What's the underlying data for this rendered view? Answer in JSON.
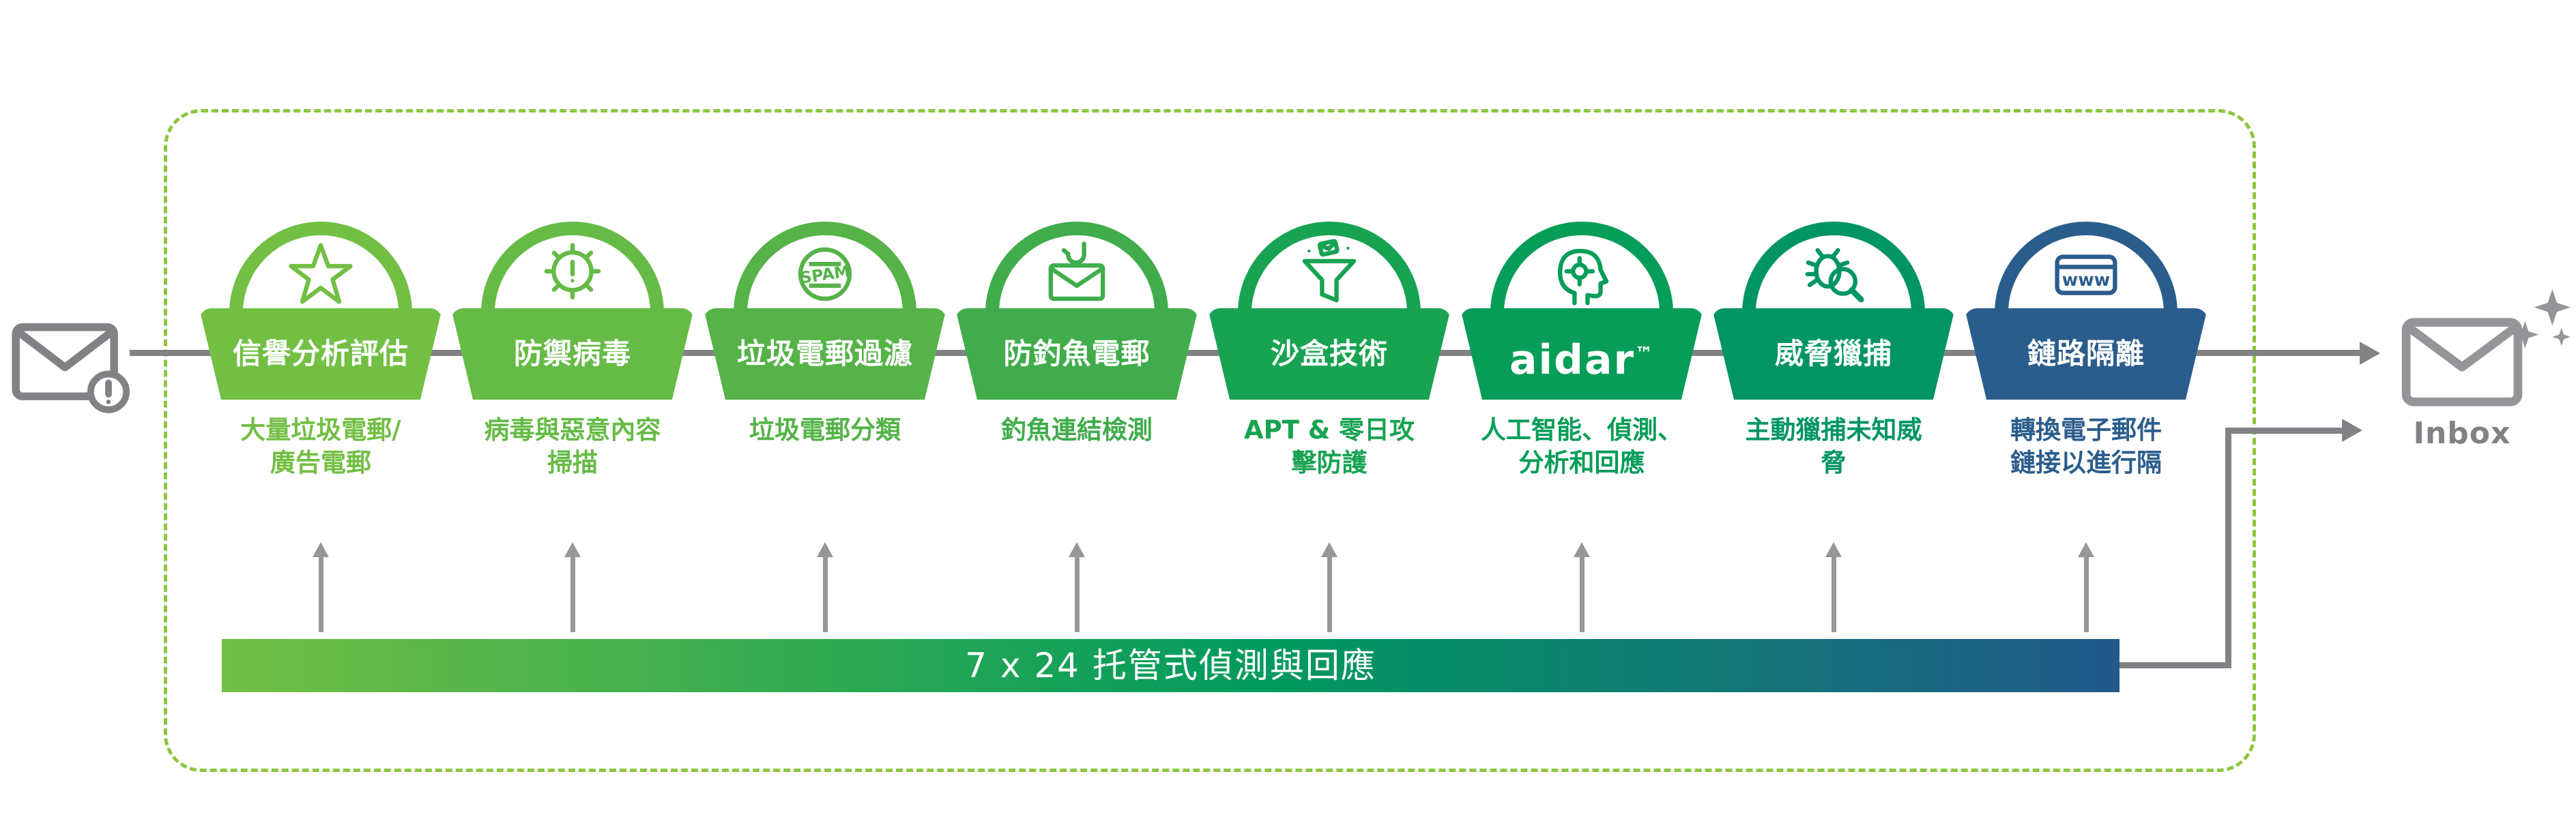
{
  "flow": {
    "stages": [
      {
        "name": "信譽分析評估",
        "subtitle": "大量垃圾電郵/\n廣告電郵",
        "color": "#72bf44",
        "icon": "star-icon"
      },
      {
        "name": "防禦病毒",
        "subtitle": "病毒與惡意內容\n掃描",
        "color": "#66bb46",
        "icon": "virus-alert-icon"
      },
      {
        "name": "垃圾電郵過濾",
        "subtitle": "垃圾電郵分類",
        "color": "#55b348",
        "icon": "spam-stamp-icon",
        "icon_text": "SPAM"
      },
      {
        "name": "防釣魚電郵",
        "subtitle": "釣魚連結檢測",
        "color": "#41ac4b",
        "icon": "phishing-hook-icon"
      },
      {
        "name": "沙盒技術",
        "subtitle": "APT & 零日攻\n擊防護",
        "color": "#17a351",
        "icon": "sandbox-funnel-icon"
      },
      {
        "name": "aidar",
        "tm": "™",
        "subtitle": "人工智能、偵測、\n分析和回應",
        "color": "#069d58",
        "icon": "ai-head-icon"
      },
      {
        "name": "威脅獵捕",
        "subtitle": "主動獵捕未知威\n脅",
        "color": "#009562",
        "icon": "threat-hunting-icon"
      },
      {
        "name": "鏈路隔離",
        "subtitle": "轉換電子郵件\n鏈接以進行隔",
        "color": "#2b5d8c",
        "icon": "web-isolation-icon",
        "icon_text": "www"
      }
    ]
  },
  "banner": {
    "label": "7 x 24 托管式偵測與回應",
    "gradient_from": "#72bf44",
    "gradient_mid": "#009a5e",
    "gradient_to": "#21598b"
  },
  "inbox": {
    "label": "Inbox"
  },
  "colors": {
    "arrow": "#808285",
    "up_arrow": "#95979a",
    "dashed_border": "#8dc63f"
  }
}
